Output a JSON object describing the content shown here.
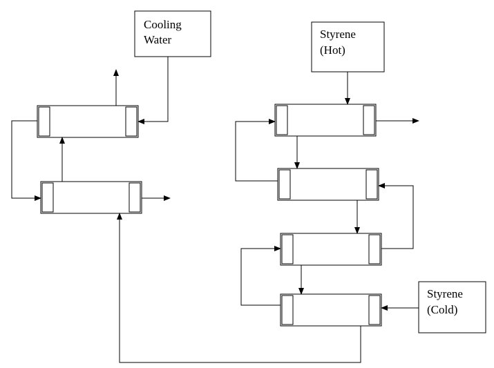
{
  "labels": {
    "cooling_water": [
      "Cooling",
      "Water"
    ],
    "styrene_hot": [
      "Styrene",
      "(Hot)"
    ],
    "styrene_cold": [
      "Styrene",
      "(Cold)"
    ]
  }
}
